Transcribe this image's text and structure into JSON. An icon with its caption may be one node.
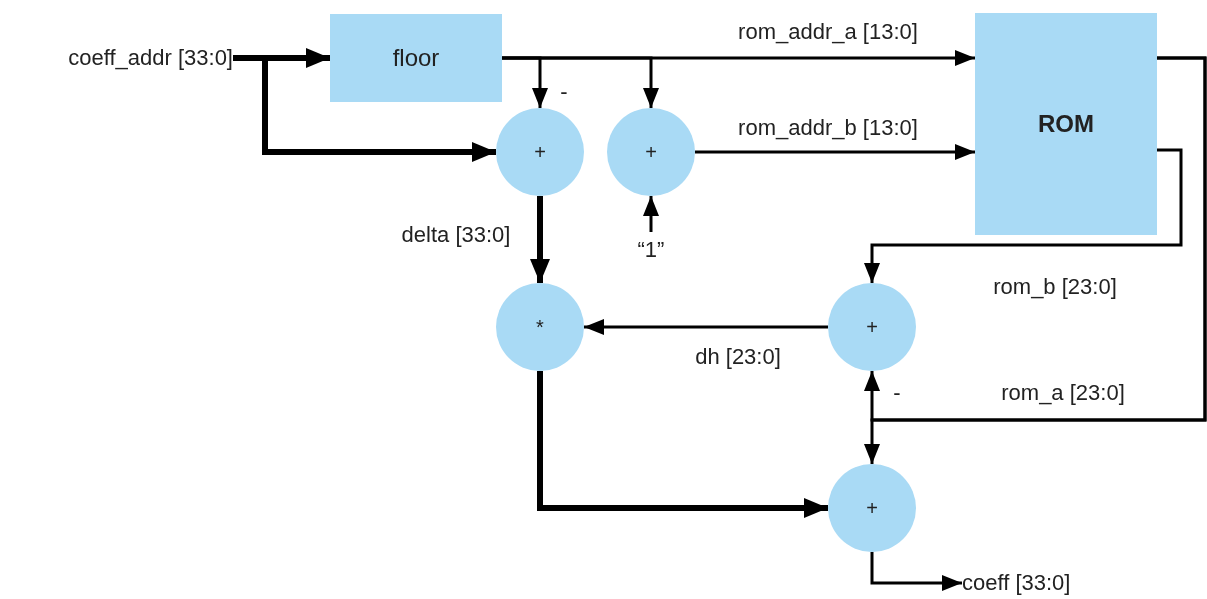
{
  "diagram": {
    "nodes": [
      {
        "text": [
          "coeff_addr [33:0]"
        ]
      },
      {
        "text": [
          "floor"
        ]
      },
      {
        "text": [
          "+"
        ]
      },
      {
        "text": [
          "+"
        ]
      },
      {
        "text": [
          "ROM"
        ]
      },
      {
        "text": [
          "“1”"
        ]
      },
      {
        "text": [
          "*"
        ]
      },
      {
        "text": [
          "+"
        ]
      },
      {
        "text": [
          "+"
        ]
      },
      {
        "text": [
          "coeff [33:0]"
        ]
      }
    ],
    "edges": [
      {
        "from": 0,
        "to": 1,
        "arrow": "to",
        "style": "thick"
      },
      {
        "from": 0,
        "to": 2,
        "arrow": "to",
        "style": "thick"
      },
      {
        "from": 1,
        "to": 4,
        "arrow": "to",
        "label": "rom_addr_a [13:0]"
      },
      {
        "from": 1,
        "to": 2,
        "arrow": "to",
        "label": "-"
      },
      {
        "from": 1,
        "to": 3,
        "arrow": "to"
      },
      {
        "from": 3,
        "to": 4,
        "arrow": "to",
        "label": "rom_addr_b [13:0]"
      },
      {
        "from": 5,
        "to": 3,
        "arrow": "to"
      },
      {
        "from": 2,
        "to": 6,
        "arrow": "to",
        "style": "thick",
        "label": "delta [33:0]"
      },
      {
        "from": 4,
        "to": 7,
        "arrow": "to",
        "label": "rom_b [23:0]"
      },
      {
        "from": 7,
        "to": 6,
        "arrow": "to",
        "label": "dh [23:0]"
      },
      {
        "from": 4,
        "to": 8,
        "arrow": "to",
        "label": "rom_a  [23:0]"
      },
      {
        "from": 4,
        "to": 7,
        "arrow": "to",
        "label": "-"
      },
      {
        "from": 6,
        "to": 8,
        "arrow": "to",
        "style": "thick"
      },
      {
        "from": 8,
        "to": 9,
        "arrow": "to"
      }
    ]
  }
}
